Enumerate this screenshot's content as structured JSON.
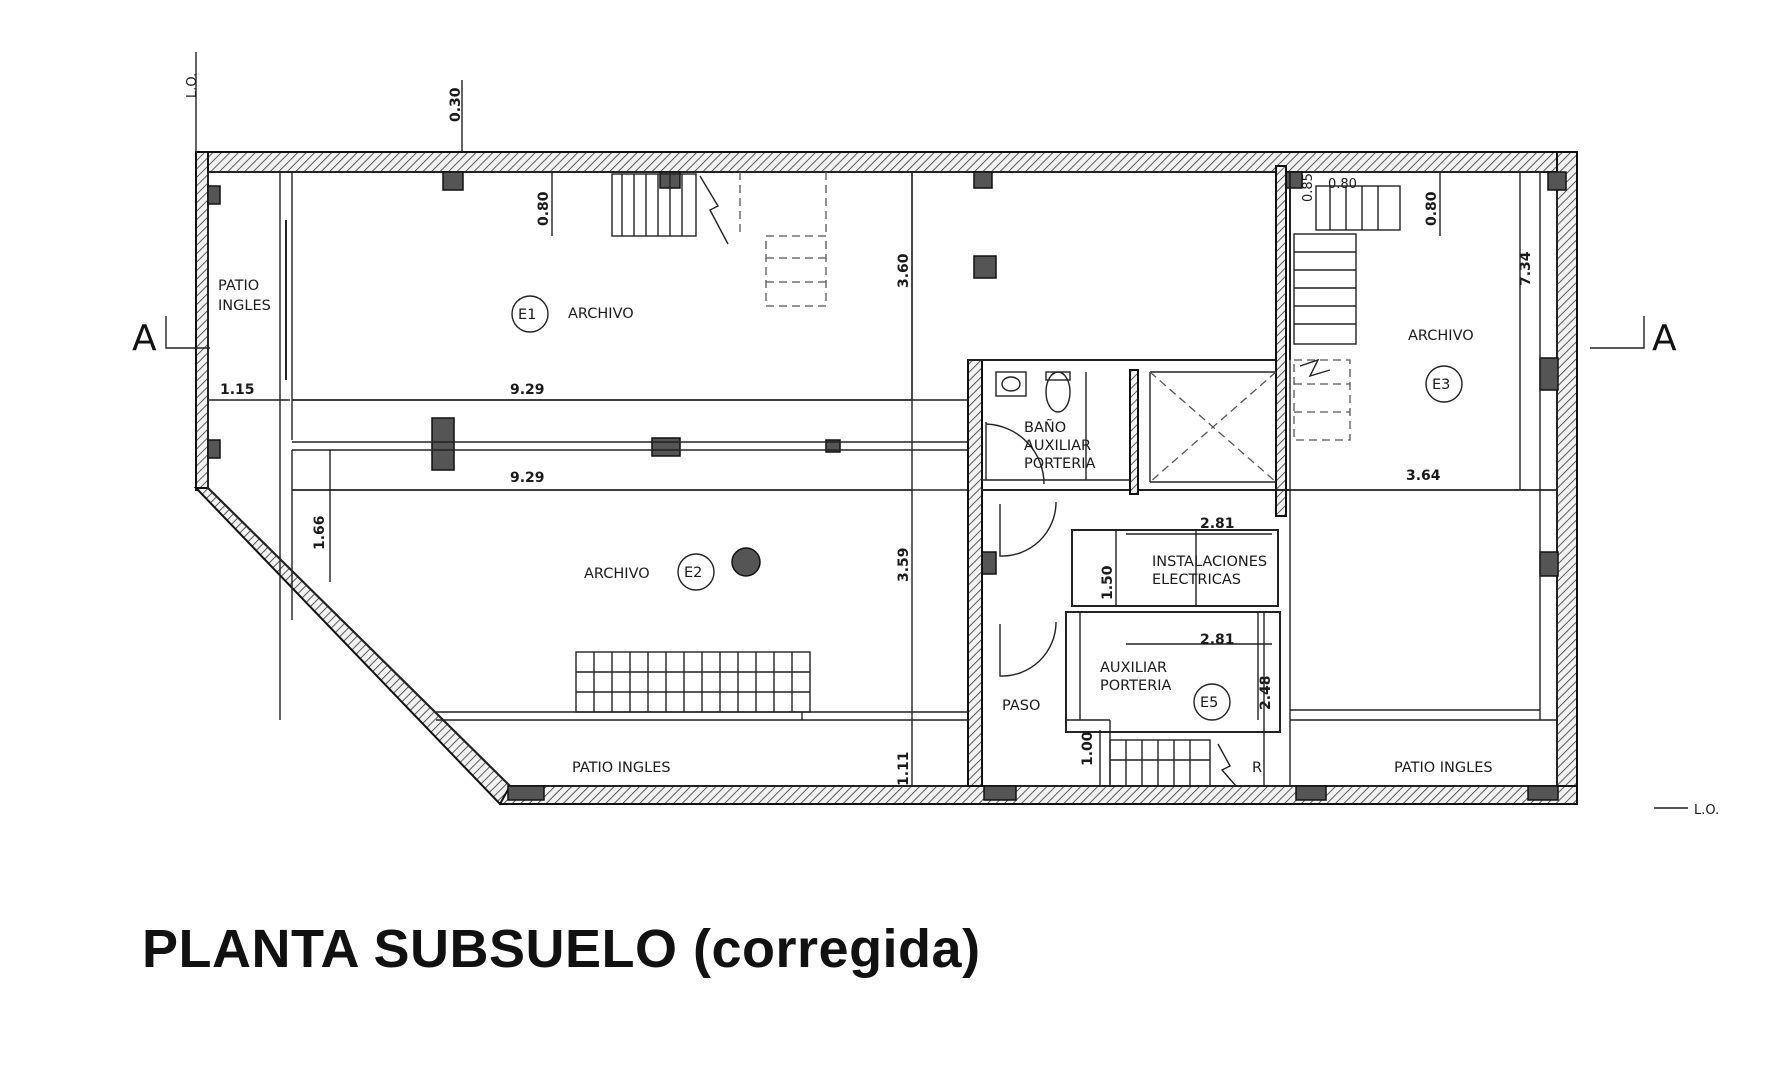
{
  "title": "PLANTA SUBSUELO (corregida)",
  "section_marks": {
    "left": "A",
    "right": "A"
  },
  "line_of_property": {
    "top": "L.O.",
    "bottom_right": "L.O."
  },
  "rooms": {
    "e1": {
      "tag": "E1",
      "name": "ARCHIVO"
    },
    "e2": {
      "tag": "E2",
      "name": "ARCHIVO"
    },
    "e3": {
      "tag": "E3",
      "name": "ARCHIVO"
    },
    "e5": {
      "tag": "E5",
      "name_line1": "AUXILIAR",
      "name_line2": "PORTERIA"
    },
    "patio_left_line1": "PATIO",
    "patio_left_line2": "INGLES",
    "patio_bottom": "PATIO INGLES",
    "patio_bottom_right": "PATIO INGLES",
    "bano_line1": "BAÑO",
    "bano_line2": "AUXILIAR",
    "bano_line3": "PORTERIA",
    "instalaciones_line1": "INSTALACIONES",
    "instalaciones_line2": "ELECTRICAS",
    "paso": "PASO",
    "stair_r": "R"
  },
  "dimensions": {
    "top_offset": "0.30",
    "e1_top": "0.80",
    "e1_height": "3.60",
    "patio_width": "1.15",
    "e1_width": "9.29",
    "e2_width": "9.29",
    "e2_side": "1.66",
    "e2_height": "3.59",
    "patio_bottom_depth": "1.11",
    "inst_width": "2.81",
    "inst_height": "1.50",
    "aux_width": "2.81",
    "aux_height": "2.48",
    "paso_step": "1.00",
    "e3_top_a": "0.80",
    "e3_top_b": "0.85",
    "e3_top_c": "0.80",
    "e3_height": "7.34",
    "e3_width": "3.64"
  }
}
